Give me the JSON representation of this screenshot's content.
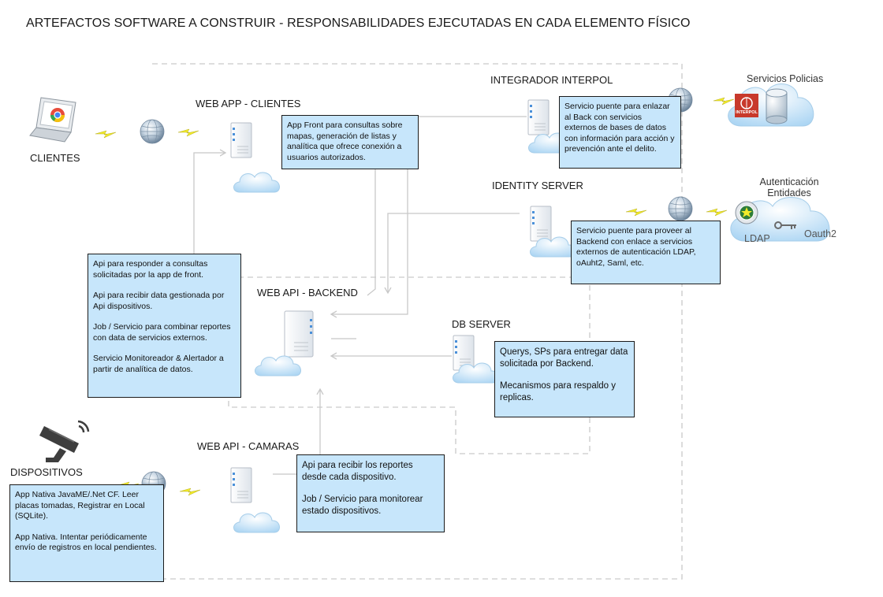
{
  "title": "ARTEFACTOS SOFTWARE A CONSTRUIR - RESPONSABILIDADES EJECUTADAS EN CADA ELEMENTO FÍSICO",
  "nodes": {
    "clientes": "CLIENTES",
    "dispositivos": "DISPOSITIVOS",
    "web_app_clientes": "WEB APP - CLIENTES",
    "web_api_backend": "WEB API - BACKEND",
    "web_api_camaras": "WEB API - CAMARAS",
    "integrador_interpol": "INTEGRADOR INTERPOL",
    "identity_server": "IDENTITY SERVER",
    "db_server": "DB SERVER"
  },
  "external": {
    "servicios_policias": "Servicios Policias",
    "interpol_logo": "INTERPOL",
    "autenticacion": "Autenticación Entidades",
    "ldap": "LDAP",
    "oauth2": "Oauth2"
  },
  "notes": {
    "web_app": [
      "App Front para consultas sobre mapas, generación de listas y analítica que ofrece conexión a usuarios autorizados."
    ],
    "interpol": [
      "Servicio puente para enlazar al Back con servicios externos de bases de datos con información para acción y prevención ante el delito."
    ],
    "identity": [
      "Servicio puente para proveer al Backend con enlace a servicios externos de autenticación LDAP, oAuht2, Saml, etc."
    ],
    "backend": [
      "Api para responder a consultas solicitadas por la app de front.",
      "Api para recibir data gestionada por Api dispositivos.",
      "Job / Servicio para combinar reportes con data de servicios externos.",
      "Servicio Monitoreador & Alertador a partir de analítica de datos."
    ],
    "db": [
      "Querys, SPs para entregar data solicitada por Backend.",
      "Mecanismos para respaldo y replicas."
    ],
    "camaras": [
      "Api para recibir los reportes desde cada dispositivo.",
      "Job / Servicio para monitorear estado dispositivos."
    ],
    "dispositivos": [
      "App Nativa JavaME/.Net CF. Leer placas tomadas, Registrar en Local (SQLite).",
      "App Nativa. Intentar periódicamente envío de registros en local pendientes."
    ]
  },
  "colors": {
    "note_fill": "#c7e6fb",
    "dash": "#d4d4d4",
    "arrow": "#c8c8c8",
    "lightning": "#f2ec2a",
    "interpol_red": "#c8392b"
  }
}
